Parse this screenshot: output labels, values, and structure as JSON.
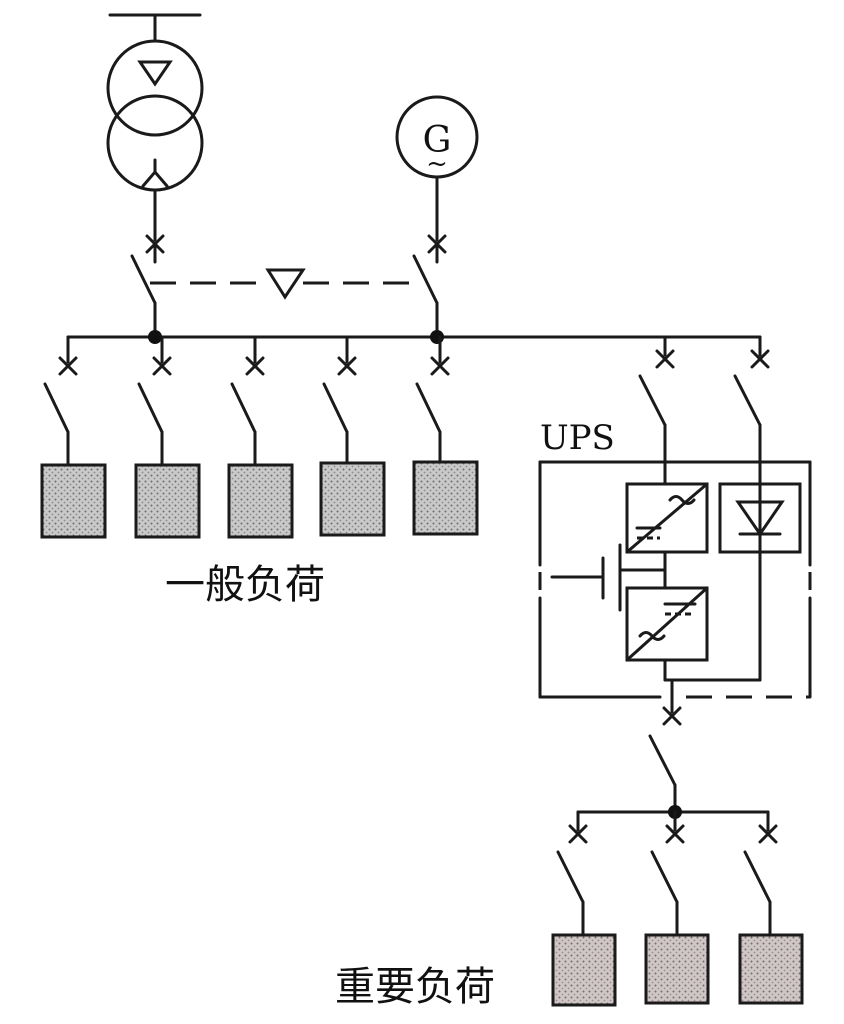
{
  "labels": {
    "ups": "UPS",
    "general_load": "一般负荷",
    "critical_load": "重要负荷",
    "generator_symbol": "G",
    "generator_ac": "~"
  },
  "icons": {
    "transformer": "transformer-icon",
    "generator": "generator-icon",
    "breaker": "breaker-cross-icon",
    "switch": "disconnect-switch-icon",
    "interlock": "interlock-triangle-icon",
    "rectifier": "rectifier-icon",
    "inverter": "inverter-icon",
    "bypass_diode": "diode-icon",
    "battery": "battery-icon"
  },
  "colors": {
    "line": "#1a1a1a",
    "load_fill": "#b8b8b8",
    "critical_load_tint": "#c98a8a"
  }
}
